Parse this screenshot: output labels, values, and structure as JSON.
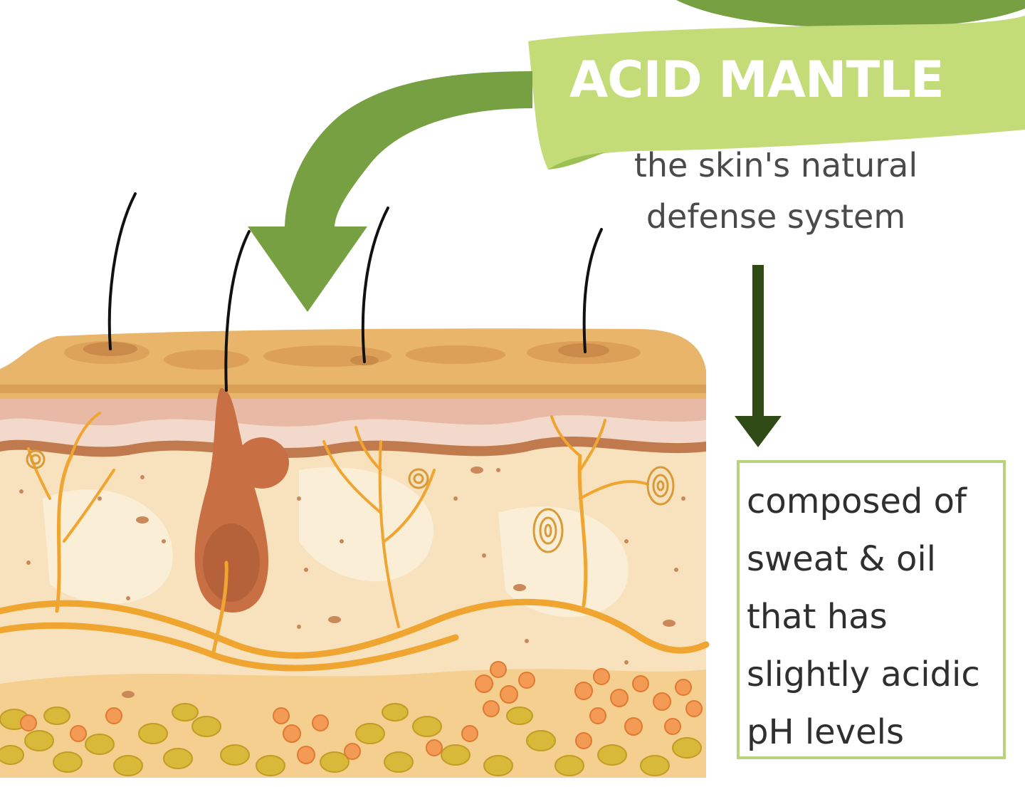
{
  "banner": {
    "title": "ACID MANTLE"
  },
  "subtitle": {
    "lines": [
      "the skin's natural",
      "defense system"
    ]
  },
  "info_box": {
    "lines": [
      "composed of",
      "sweat & oil",
      "that has",
      "slightly acidic",
      "pH levels"
    ]
  },
  "colors": {
    "banner_light": "#c3dc78",
    "arrow_green": "#76a041",
    "arrow_dark": "#2f4a14",
    "epidermis": "#e9b56b",
    "dermis": "#f8e2bd",
    "vessels": "#efa530",
    "fat_yellow": "#d8b93a",
    "fat_orange": "#f39a55",
    "box_border": "#b9d37a"
  },
  "icons": {
    "curved_arrow": "green-curved-arrow-icon",
    "down_arrow": "dark-down-arrow-icon"
  }
}
